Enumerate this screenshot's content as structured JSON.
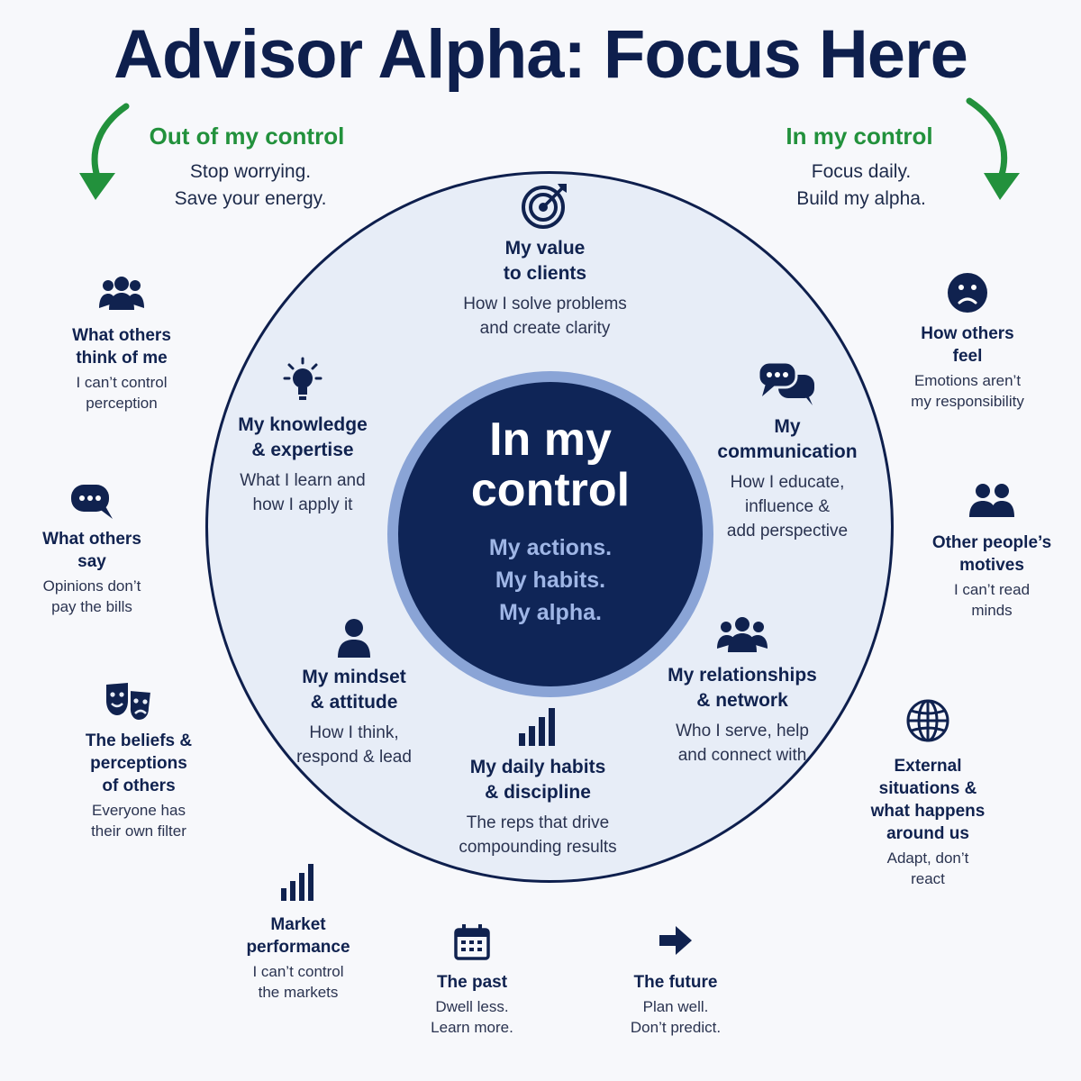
{
  "title": "Advisor Alpha: Focus Here",
  "colors": {
    "navy": "#0f2557",
    "green": "#22913c",
    "ring": "#8aa4d6",
    "circle_bg": "#e7edf7"
  },
  "out_control": {
    "heading": "Out of my control",
    "text": "Stop worrying.\nSave your energy.",
    "arrow_icon": "curved-arrow-down-icon"
  },
  "in_control": {
    "heading": "In my control",
    "text": "Focus daily.\nBuild my alpha.",
    "arrow_icon": "curved-arrow-down-icon"
  },
  "center": {
    "title": "In my\ncontrol",
    "subtitle": "My actions.\nMy habits.\nMy alpha."
  },
  "inner_items": [
    {
      "icon": "target-icon",
      "heading": "My value\nto clients",
      "text": "How I solve problems\nand create clarity"
    },
    {
      "icon": "lightbulb-icon",
      "heading": "My knowledge\n& expertise",
      "text": "What I learn and\nhow I apply it"
    },
    {
      "icon": "chat-bubbles-icon",
      "heading": "My\ncommunication",
      "text": "How I educate,\ninfluence &\nadd perspective"
    },
    {
      "icon": "person-icon",
      "heading": "My mindset\n& attitude",
      "text": "How I think,\nrespond & lead"
    },
    {
      "icon": "group-icon",
      "heading": "My relationships\n& network",
      "text": "Who I serve, help\nand connect with"
    },
    {
      "icon": "bar-chart-icon",
      "heading": "My daily habits\n& discipline",
      "text": "The reps that drive\ncompounding results"
    }
  ],
  "outer_items": [
    {
      "icon": "people-icon",
      "heading": "What others\nthink of me",
      "text": "I can’t control\nperception"
    },
    {
      "icon": "speech-bubble-icon",
      "heading": "What others\nsay",
      "text": "Opinions don’t\npay the bills"
    },
    {
      "icon": "theater-masks-icon",
      "heading": "The beliefs &\nperceptions\nof others",
      "text": "Everyone has\ntheir own filter"
    },
    {
      "icon": "bar-chart-icon",
      "heading": "Market\nperformance",
      "text": "I can’t control\nthe markets"
    },
    {
      "icon": "calendar-icon",
      "heading": "The past",
      "text": "Dwell less.\nLearn more."
    },
    {
      "icon": "arrow-right-icon",
      "heading": "The future",
      "text": "Plan well.\nDon’t predict."
    },
    {
      "icon": "sad-face-icon",
      "heading": "How others\nfeel",
      "text": "Emotions aren’t\nmy responsibility"
    },
    {
      "icon": "two-people-icon",
      "heading": "Other people’s\nmotives",
      "text": "I can’t read\nminds"
    },
    {
      "icon": "globe-icon",
      "heading": "External\nsituations &\nwhat happens\naround us",
      "text": "Adapt, don’t\nreact"
    }
  ]
}
